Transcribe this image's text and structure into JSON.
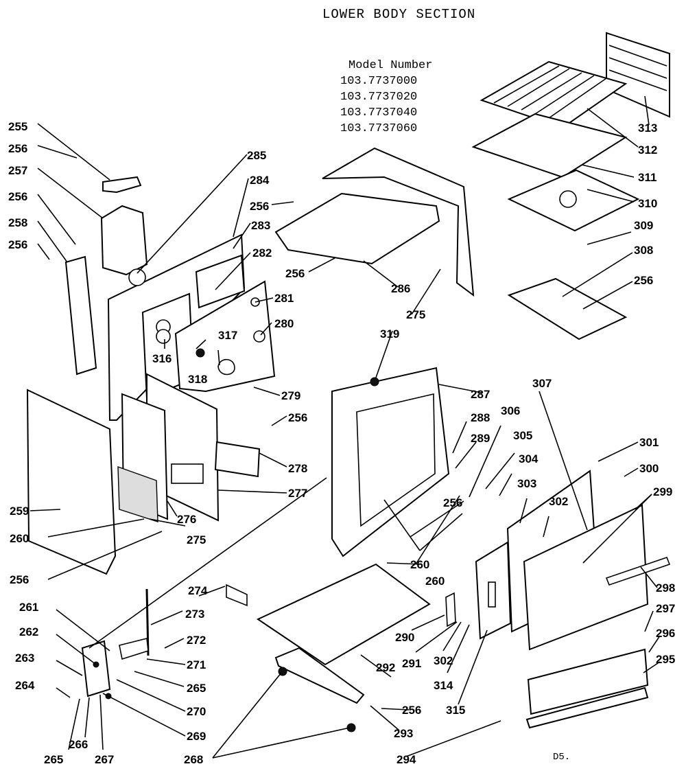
{
  "header": {
    "title": "LOWER BODY SECTION",
    "model_heading": "Model Number",
    "model_numbers": [
      "103.7737000",
      "103.7737020",
      "103.7737040",
      "103.7737060"
    ]
  },
  "footer_code": "D5.",
  "callouts": {
    "p255": "255",
    "p256": "256",
    "p257": "257",
    "p258": "258",
    "p259": "259",
    "p260": "260",
    "p261": "261",
    "p262": "262",
    "p263": "263",
    "p264": "264",
    "p265": "265",
    "p266": "266",
    "p267": "267",
    "p268": "268",
    "p269": "269",
    "p270": "270",
    "p271": "271",
    "p272": "272",
    "p273": "273",
    "p274": "274",
    "p275": "275",
    "p276": "276",
    "p277": "277",
    "p278": "278",
    "p279": "279",
    "p280": "280",
    "p281": "281",
    "p282": "282",
    "p283": "283",
    "p284": "284",
    "p285": "285",
    "p286": "286",
    "p287": "287",
    "p288": "288",
    "p289": "289",
    "p290": "290",
    "p291": "291",
    "p292": "292",
    "p293": "293",
    "p294": "294",
    "p295": "295",
    "p296": "296",
    "p297": "297",
    "p298": "298",
    "p299": "299",
    "p300": "300",
    "p301": "301",
    "p302": "302",
    "p303": "303",
    "p304": "304",
    "p305": "305",
    "p306": "306",
    "p307": "307",
    "p308": "308",
    "p309": "309",
    "p310": "310",
    "p311": "311",
    "p312": "312",
    "p313": "313",
    "p314": "314",
    "p315": "315",
    "p316": "316",
    "p317": "317",
    "p318": "318",
    "p319": "319"
  }
}
